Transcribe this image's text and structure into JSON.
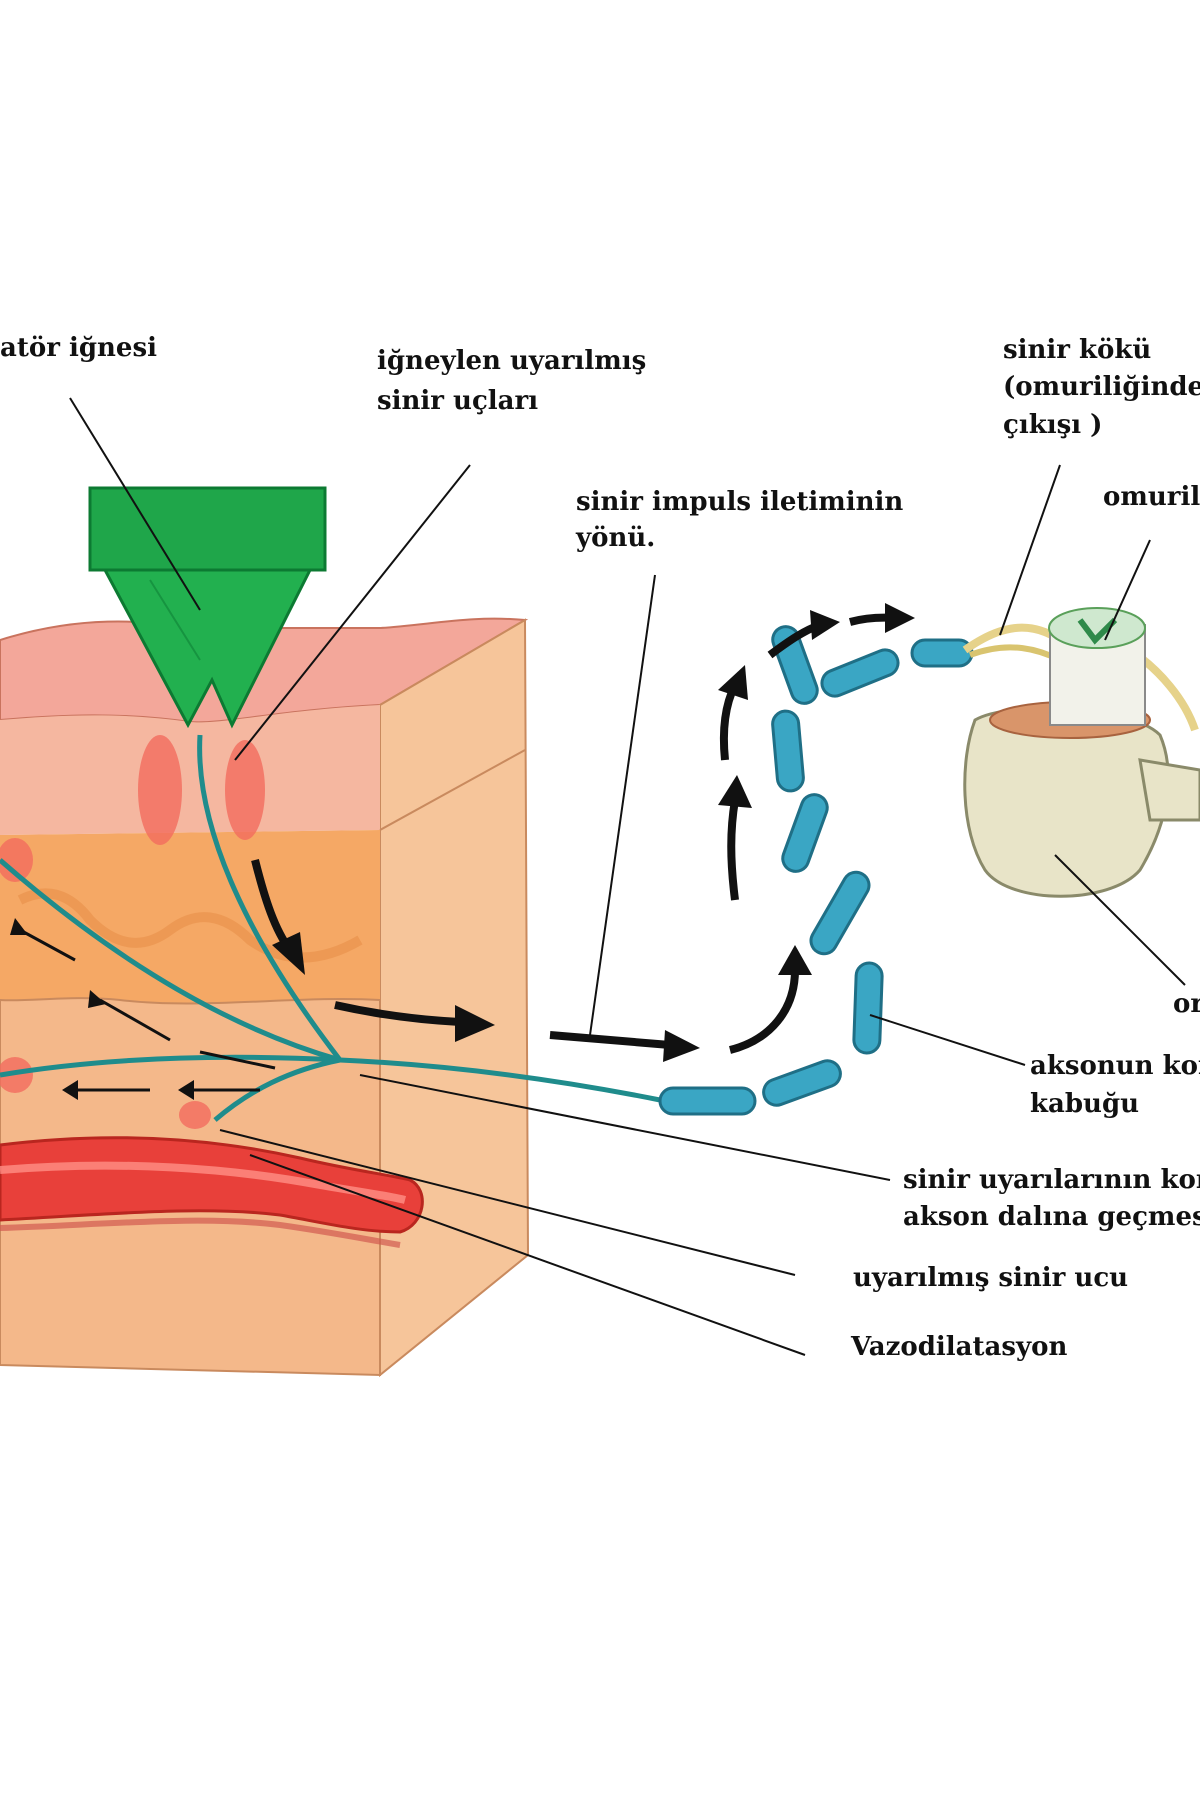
{
  "labels": {
    "needle": "atör iğnesi",
    "stimulated_endings": [
      "iğneylen uyarılmış",
      "sinir uçları"
    ],
    "impulse_direction": [
      "sinir impuls iletiminin",
      "yönü."
    ],
    "nerve_root": [
      "sinir kökü",
      "(omuriliğinden",
      "çıkışı )"
    ],
    "spinal_cord": "omurili",
    "vertebra_cut": "or",
    "myelin": [
      "aksonun kor",
      "kabuğu"
    ],
    "collateral": [
      "sinir uyarılarının kom",
      "akson dalına geçmesi"
    ],
    "excited_ending": "uyarılmış sinir ucu",
    "vasodilation": "Vazodilatasyon"
  },
  "colors": {
    "needle": "#1fa64a",
    "needle_dark": "#0c7a32",
    "skin_top": "#f3a79a",
    "skin_side": "#f4bb8c",
    "dermis": "#f5a865",
    "nerve": "#1f8c8c",
    "myelin": "#3aa6c4",
    "vessel": "#e8403a",
    "bone": "#e8e4c8",
    "arrow": "#111111"
  }
}
